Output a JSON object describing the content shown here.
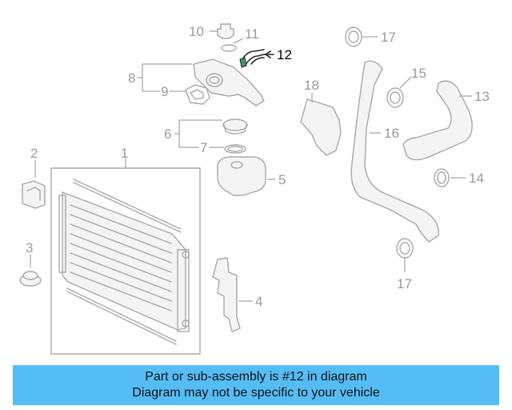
{
  "diagram": {
    "callouts": {
      "c1": "1",
      "c2": "2",
      "c3": "3",
      "c4": "4",
      "c5": "5",
      "c6": "6",
      "c7": "7",
      "c8": "8",
      "c9": "9",
      "c10": "10",
      "c11": "11",
      "c12": "12",
      "c13": "13",
      "c14": "14",
      "c15": "15",
      "c16": "16",
      "c17a": "17",
      "c17b": "17",
      "c18": "18"
    },
    "highlighted_part": "12",
    "colors": {
      "highlight": "#000000",
      "part_lines": "#a8a8a8",
      "banner": "#55bdf5"
    }
  },
  "banner": {
    "line1": "Part or sub-assembly is #12 in diagram",
    "line2": "Diagram may not be specific to your vehicle"
  }
}
